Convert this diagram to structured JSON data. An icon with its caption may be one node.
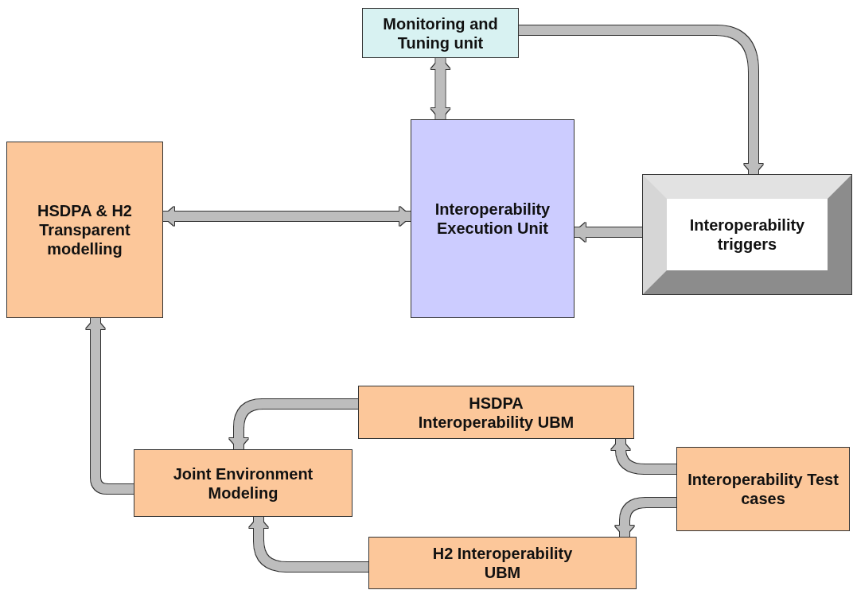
{
  "diagram": {
    "nodes": [
      {
        "text": [
          "Monitoring and Tuning unit"
        ]
      },
      {
        "text": [
          "Interoperability Execution Unit"
        ]
      },
      {
        "text": [
          "HSDPA & H2 Transparent modelling"
        ]
      },
      {
        "text": [
          "Interoperability triggers"
        ]
      },
      {
        "text": [
          "HSDPA Interoperability UBM"
        ]
      },
      {
        "text": [
          "Joint Environment Modeling"
        ]
      },
      {
        "text": [
          "Interoperability Test cases"
        ]
      },
      {
        "text": [
          "H2 Interoperability UBM"
        ]
      }
    ],
    "edges": [
      {
        "from": 0,
        "to": 1,
        "arrow": "both"
      },
      {
        "from": 0,
        "to": 3,
        "arrow": "to"
      },
      {
        "from": 2,
        "to": 1,
        "arrow": "both"
      },
      {
        "from": 3,
        "to": 1,
        "arrow": "to"
      },
      {
        "from": 5,
        "to": 2,
        "arrow": "to"
      },
      {
        "from": 4,
        "to": 5,
        "arrow": "to"
      },
      {
        "from": 6,
        "to": 4,
        "arrow": "to"
      },
      {
        "from": 6,
        "to": 7,
        "arrow": "to"
      },
      {
        "from": 7,
        "to": 5,
        "arrow": "to"
      }
    ]
  }
}
